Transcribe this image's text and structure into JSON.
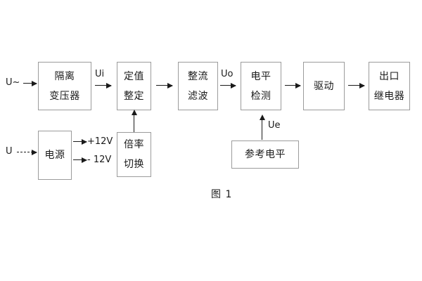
{
  "figure": {
    "caption": "图 1",
    "colors": {
      "box_border": "#9b9b9b",
      "line": "#1a1a1a",
      "text": "#1a1a1a",
      "background": "#ffffff"
    }
  },
  "blocks": {
    "isolation_transformer": {
      "line1": "隔离",
      "line2": "变压器"
    },
    "setting_value": {
      "line1": "定值",
      "line2": "整定"
    },
    "rectify_filter": {
      "line1": "整流",
      "line2": "滤波"
    },
    "level_detect": {
      "line1": "电平",
      "line2": "检测"
    },
    "drive": {
      "line1": "驱动"
    },
    "output_relay": {
      "line1": "出口",
      "line2": "继电器"
    },
    "power_supply": {
      "line1": "电源"
    },
    "multiplier_switch": {
      "line1": "倍率",
      "line2": "切换"
    },
    "reference_level": {
      "line1": "参考电平"
    }
  },
  "signals": {
    "ac_input": "U~",
    "dc_input": "U",
    "ui": "Ui",
    "uo": "Uo",
    "ue": "Ue",
    "supply_positive": "+12V",
    "supply_negative": "- 12V"
  }
}
